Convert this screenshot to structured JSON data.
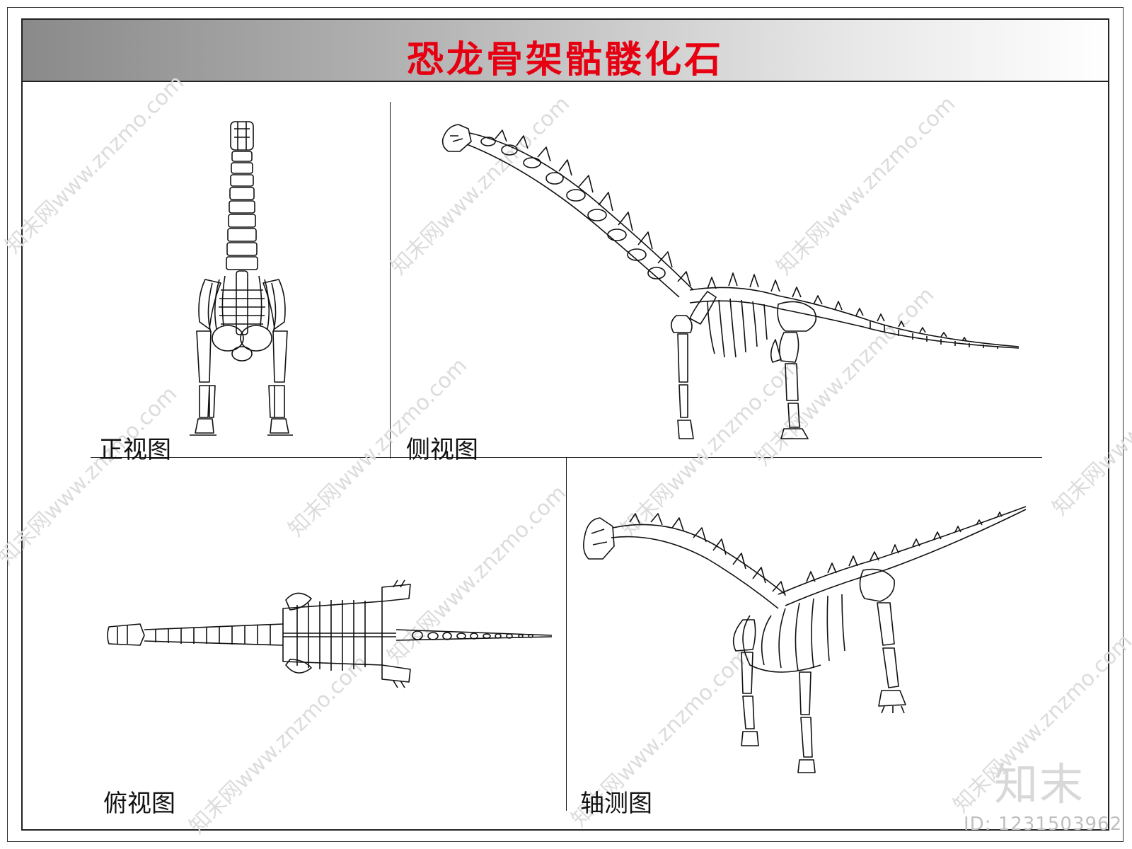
{
  "title": "恐龙骨架骷髅化石",
  "views": {
    "front": "正视图",
    "side": "侧视图",
    "top": "俯视图",
    "axonometric": "轴测图"
  },
  "watermark": {
    "text": "知末网www.znzmo.com",
    "brand": "知末",
    "id": "ID: 1231503962"
  },
  "colors": {
    "title": "#e60012",
    "line": "#111111",
    "watermark": "#dcdcdc"
  }
}
